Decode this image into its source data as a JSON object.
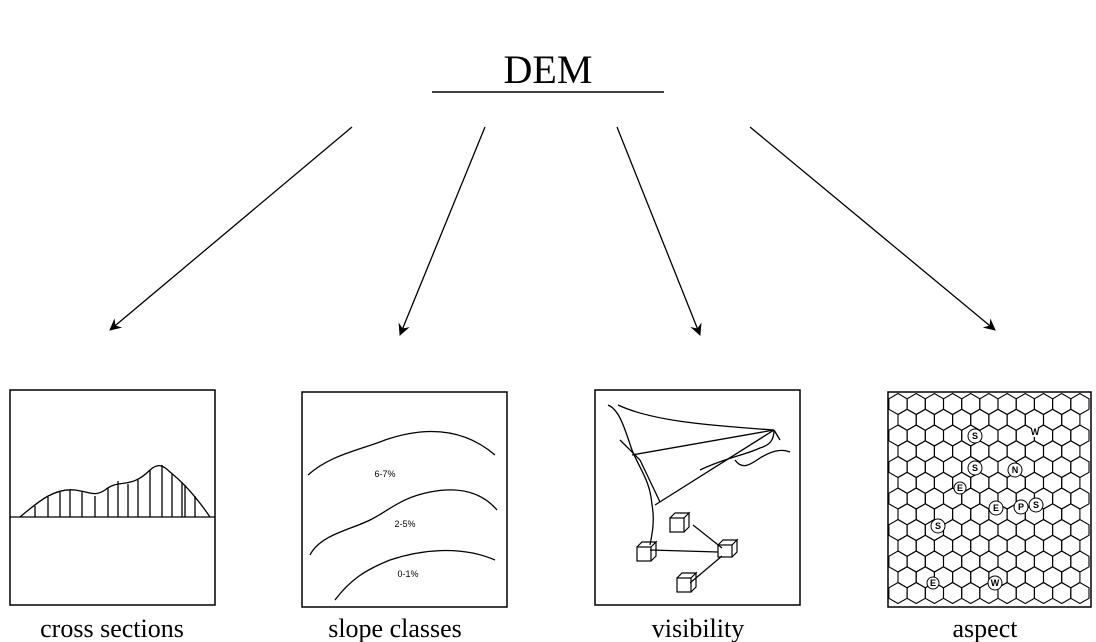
{
  "title": "DEM",
  "panels": [
    {
      "id": "cross-sections",
      "caption": "cross sections"
    },
    {
      "id": "slope-classes",
      "caption": "slope classes",
      "labels": [
        "6-7%",
        "2-5%",
        "0-1%"
      ]
    },
    {
      "id": "visibility",
      "caption": "visibility"
    },
    {
      "id": "aspect",
      "caption": "aspect",
      "labels": [
        "S",
        "W",
        "S",
        "N",
        "E",
        "E",
        "P",
        "S",
        "S",
        "E",
        "W"
      ]
    }
  ]
}
